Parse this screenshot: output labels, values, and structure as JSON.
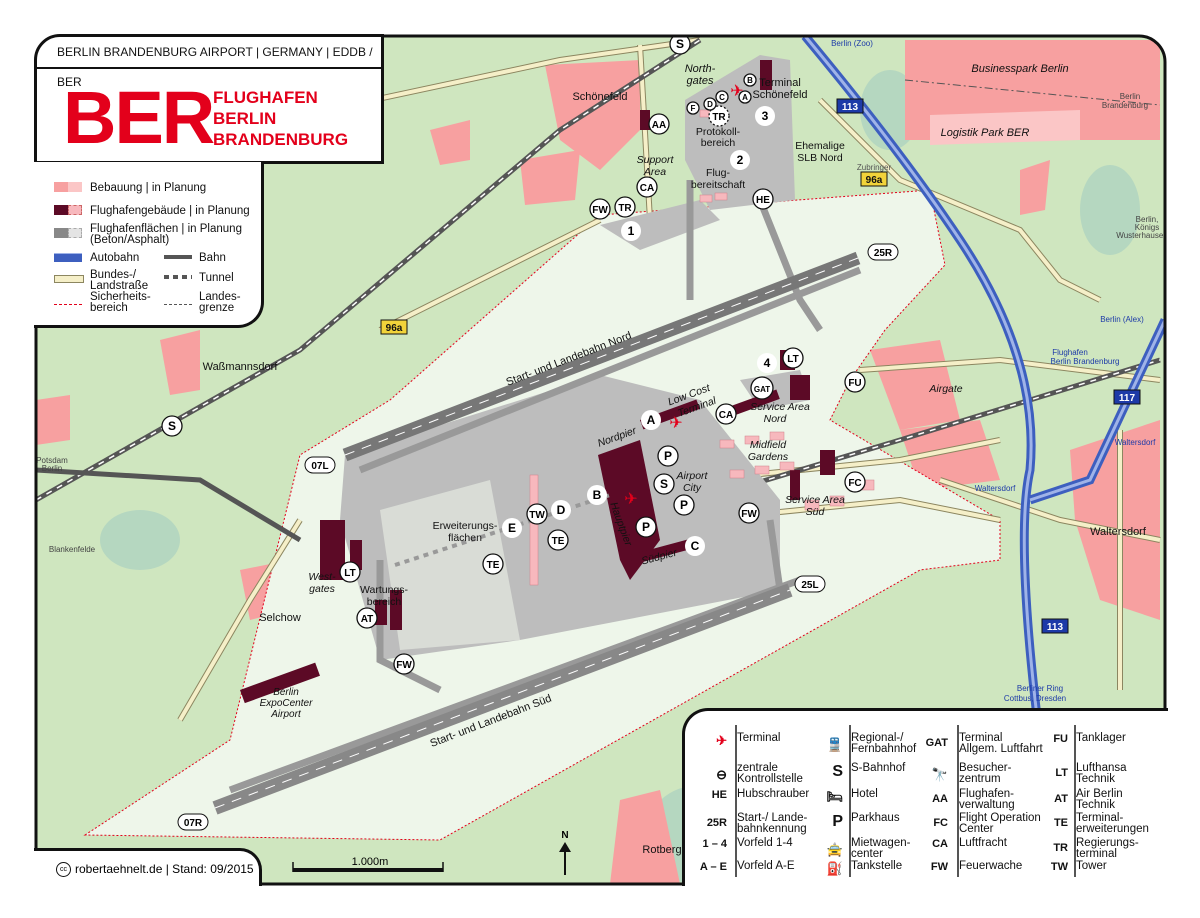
{
  "header": {
    "title": "BERLIN BRANDENBURG AIRPORT  |  GERMANY  |  EDDB / BER"
  },
  "logo": {
    "abbr": "BER",
    "line1": "FLUGHAFEN",
    "line2": "BERLIN",
    "line3": "BRANDENBURG",
    "color": "#e3001b"
  },
  "legend_top": [
    {
      "label": "Bebauung | in Planung"
    },
    {
      "label": "Flughafengebäude | in Planung"
    },
    {
      "label": "Flughafenflächen | in Planung",
      "label2": "(Beton/Asphalt)"
    },
    {
      "label": "Autobahn"
    },
    {
      "label": "Bahn"
    },
    {
      "label": "Bundes-/",
      "label2": "Landstraße"
    },
    {
      "label": "Tunnel"
    },
    {
      "label": "Sicherheits-",
      "label2": "bereich"
    },
    {
      "label": "Landes-",
      "label2": "grenze"
    }
  ],
  "legend_bottom": {
    "col1": [
      {
        "icon": "plane-icon",
        "label": "Terminal"
      },
      {
        "icon": "control-point-icon",
        "label": "zentrale",
        "label2": "Kontrollstelle"
      },
      {
        "code": "HE",
        "label": "Hubschrauber"
      },
      {
        "code": "25R",
        "label": "Start-/ Lande-",
        "label2": "bahnkennung"
      },
      {
        "code": "1 – 4",
        "label": "Vorfeld 1-4"
      },
      {
        "code": "A – E",
        "label": "Vorfeld A-E"
      }
    ],
    "col2": [
      {
        "icon": "train-icon",
        "label": "Regional-/",
        "label2": "Fernbahnhof"
      },
      {
        "code": "S",
        "label": "S-Bahnhof"
      },
      {
        "icon": "hotel-bed-icon",
        "label": "Hotel"
      },
      {
        "code": "P",
        "label": "Parkhaus"
      },
      {
        "icon": "car-icon",
        "label": "Mietwagen-",
        "label2": "center"
      },
      {
        "icon": "fuel-pump-icon",
        "label": "Tankstelle"
      }
    ],
    "col3": [
      {
        "code": "GAT",
        "label": "Terminal",
        "label2": "Allgem. Luftfahrt"
      },
      {
        "icon": "visitor-center-icon",
        "label": "Besucher-",
        "label2": "zentrum"
      },
      {
        "code": "AA",
        "label": "Flughafen-",
        "label2": "verwaltung"
      },
      {
        "code": "FC",
        "label": "Flight Operation",
        "label2": "Center"
      },
      {
        "code": "CA",
        "label": "Luftfracht"
      },
      {
        "code": "FW",
        "label": "Feuerwache"
      }
    ],
    "col4": [
      {
        "code": "FU",
        "label": "Tanklager"
      },
      {
        "code": "LT",
        "label": "Lufthansa",
        "label2": "Technik"
      },
      {
        "code": "AT",
        "label": "Air Berlin",
        "label2": "Technik"
      },
      {
        "code": "TE",
        "label": "Terminal-",
        "label2": "erweiterungen"
      },
      {
        "code": "TR",
        "label": "Regierungs-",
        "label2": "terminal"
      },
      {
        "code": "TW",
        "label": "Tower"
      }
    ]
  },
  "footer": {
    "credit": "robertaehnelt.de  |  Stand: 09/2015",
    "cc": "cc",
    "scale": "1.000m",
    "north": "N"
  },
  "markers": [
    "S",
    "AA",
    "TR",
    "3",
    "2",
    "HE",
    "CA",
    "FW",
    "TR",
    "1",
    "F",
    "D",
    "C",
    "B",
    "A",
    "4",
    "LT",
    "GAT",
    "FU",
    "CA",
    "A",
    "B",
    "C",
    "D",
    "E",
    "TW",
    "TE",
    "TE",
    "FC",
    "FW",
    "LT",
    "AT",
    "FW",
    "S",
    "S",
    "P",
    "P",
    "P"
  ],
  "runway_ids": [
    "25R",
    "07L",
    "25L",
    "07R"
  ],
  "places": {
    "schoenefeld": "Schönefeld",
    "north_gates_1": "North-",
    "north_gates_2": "gates",
    "terminal_sxf_1": "Terminal",
    "terminal_sxf_2": "Schönefeld",
    "protokoll_1": "Protokoll-",
    "protokoll_2": "bereich",
    "flugbereitschaft_1": "Flug-",
    "flugbereitschaft_2": "bereitschaft",
    "slb_1": "Ehemalige",
    "slb_2": "SLB Nord",
    "support_1": "Support",
    "support_2": "Area",
    "zubringer": "Zubringer",
    "wassmannsdorf": "Waßmannsdorf",
    "runway_north": "Start- und Landebahn Nord",
    "runway_south": "Start- und Landebahn Süd",
    "lowcost_1": "Low Cost",
    "lowcost_2": "Terminal",
    "nordpier": "Nordpier",
    "hauptpier": "Hauptpier",
    "suedpier": "Südpier",
    "san_1": "Service Area",
    "san_2": "Nord",
    "midfield_1": "Midfield",
    "midfield_2": "Gardens",
    "airport_city_1": "Airport",
    "airport_city_2": "City",
    "sas_1": "Service Area",
    "sas_2": "Süd",
    "airgate": "Airgate",
    "erw_1": "Erweiterungs-",
    "erw_2": "flächen",
    "westgates_1": "West-",
    "westgates_2": "gates",
    "wartung_1": "Wartungs-",
    "wartung_2": "bereich",
    "selchow": "Selchow",
    "expo_1": "Berlin",
    "expo_2": "ExpoCenter",
    "expo_3": "Airport",
    "rotberg": "Rotberg",
    "businesspark": "Businesspark Berlin",
    "logistik": "Logistik Park BER",
    "border_1": "Berlin",
    "border_2": "Brandenburg",
    "kw_1": "Berlin,",
    "kw_2": "Königs",
    "kw_3": "Wusterhausen",
    "alex": "Berlin (Alex)",
    "exit_ber_1": "Flughafen",
    "exit_ber_2": "Berlin Brandenburg",
    "exit_waltersdorf": "Waltersdorf",
    "junction_waltersdorf": "Waltersdorf",
    "waltersdorf": "Waltersdorf",
    "ring_1": "Berliner Ring",
    "ring_2": "Cottbus, Dresden",
    "zoo": "Berlin (Zoo)",
    "potsdam_1": "Potsdam",
    "potsdam_2": "Berlin",
    "blankenfelde": "Blankenfelde"
  },
  "shields": [
    "113",
    "96a",
    "96a",
    "117",
    "113"
  ],
  "colors": {
    "green": "#cfe6bf",
    "airport": "#eef6ea",
    "apron": "#b9b9b9",
    "runway": "#8a8a8a",
    "building": "#5c0a26",
    "pink": "#f7a0a0",
    "autobahn": "#3d5fbf",
    "road": "#f5efc8",
    "red": "#e3001b",
    "blue": "#1d3aa8"
  }
}
